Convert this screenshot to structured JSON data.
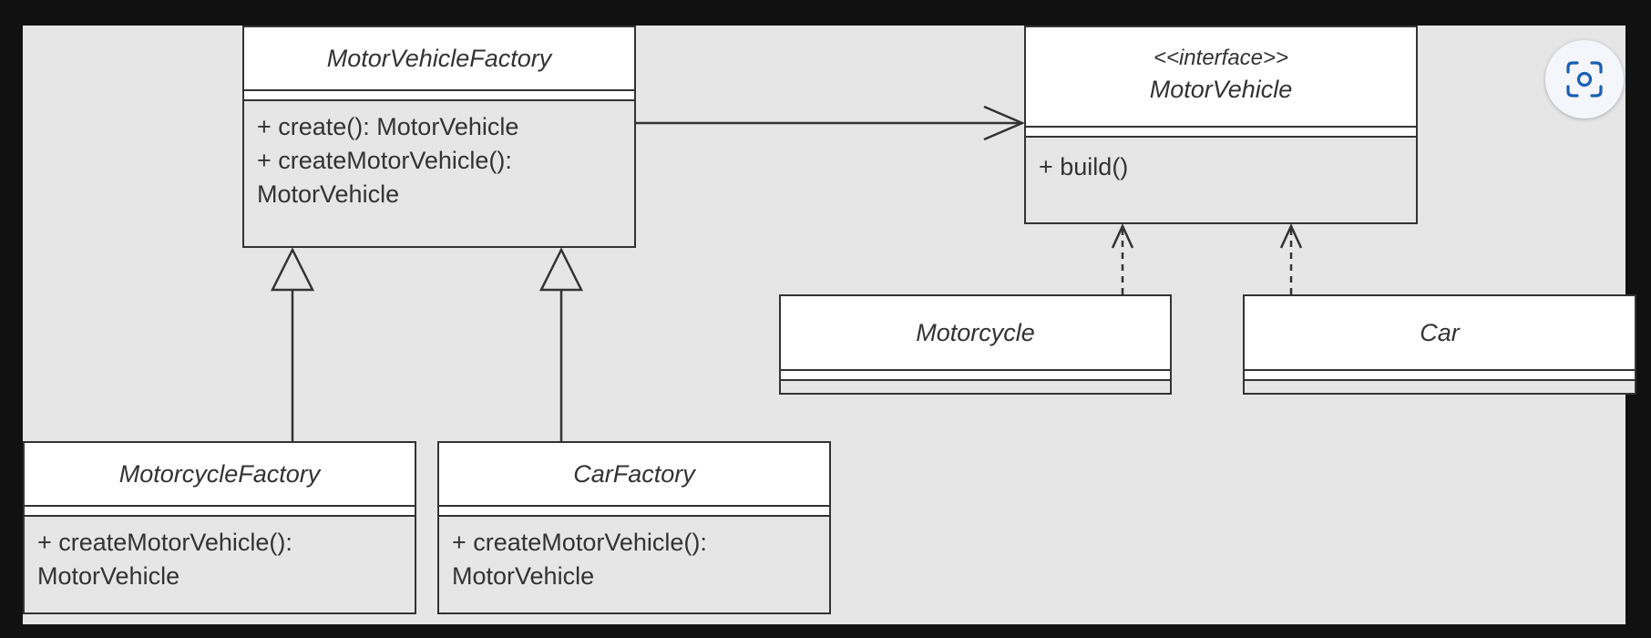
{
  "diagram": {
    "classes": {
      "motor_vehicle_factory": {
        "name": "MotorVehicleFactory",
        "operations": [
          "+ create(): MotorVehicle",
          "+ createMotorVehicle():",
          "MotorVehicle"
        ]
      },
      "motor_vehicle": {
        "stereotype": "<<interface>>",
        "name": "MotorVehicle",
        "operations": [
          "+ build()"
        ]
      },
      "motorcycle": {
        "name": "Motorcycle"
      },
      "car": {
        "name": "Car"
      },
      "motorcycle_factory": {
        "name": "MotorcycleFactory",
        "operations": [
          "+ createMotorVehicle():",
          "MotorVehicle"
        ]
      },
      "car_factory": {
        "name": "CarFactory",
        "operations": [
          "+ createMotorVehicle():",
          "MotorVehicle"
        ]
      }
    },
    "relations": [
      {
        "type": "association",
        "from": "MotorVehicleFactory",
        "to": "MotorVehicle"
      },
      {
        "type": "generalization",
        "from": "MotorcycleFactory",
        "to": "MotorVehicleFactory"
      },
      {
        "type": "generalization",
        "from": "CarFactory",
        "to": "MotorVehicleFactory"
      },
      {
        "type": "realization",
        "from": "Motorcycle",
        "to": "MotorVehicle"
      },
      {
        "type": "realization",
        "from": "Car",
        "to": "MotorVehicle"
      }
    ]
  },
  "colors": {
    "background": "#111111",
    "canvas": "#e6e6e6",
    "box_fill": "#ffffff",
    "line": "#333333",
    "scan_icon": "#1a5fb4"
  },
  "icons": {
    "scan": "visual-search-icon"
  }
}
